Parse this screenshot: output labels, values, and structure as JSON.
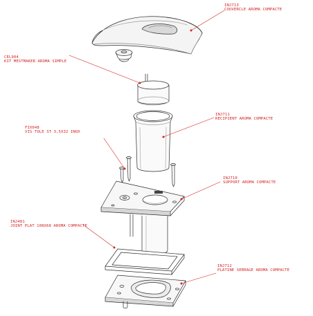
{
  "colors": {
    "label": "#d32222",
    "line": "#2a2a2a",
    "shade": "#bdbdbd"
  },
  "parts": [
    {
      "id": "cover",
      "code": "INJ713",
      "name": "COUVERCLE AROMA COMPACTE"
    },
    {
      "id": "kit",
      "code": "CEL904",
      "name": "KIT MESTMAKER AROMA SIMPLE"
    },
    {
      "id": "vessel",
      "code": "INJ711",
      "name": "RECIPIENT AROMA COMPACTE"
    },
    {
      "id": "screw",
      "code": "FIX048",
      "name": "VIS TOLE ST 3,5X32 INOX"
    },
    {
      "id": "support",
      "code": "INJ710",
      "name": "SUPPORT AROMA COMPACTE"
    },
    {
      "id": "gasket",
      "code": "INJ481",
      "name": "JOINT PLAT 108X68 AROMA COMPACTE"
    },
    {
      "id": "plate",
      "code": "INJ712",
      "name": "PLATINE SERRAGE AROMA COMPACTE"
    }
  ]
}
